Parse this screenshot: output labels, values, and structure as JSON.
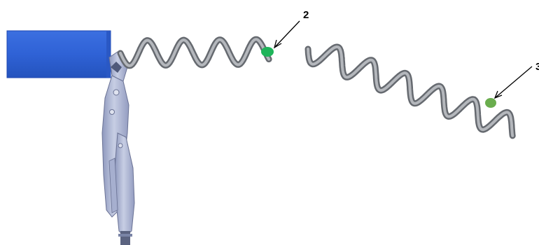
{
  "callouts": [
    {
      "id": "2",
      "label": "2"
    },
    {
      "id": "3",
      "label": "3"
    }
  ],
  "colors": {
    "background": "#ffffff",
    "rod": "#2f62d6",
    "rod_dark": "#1f47b0",
    "spring_outer": "#666a70",
    "spring_inner": "#b4b7bc",
    "marker_left": "#1fb45a",
    "marker_right": "#6aad4e",
    "pliers_body": "#b3bcd8",
    "pliers_edge": "#6a7294",
    "callout_line": "#000000",
    "callout_text": "#000000"
  },
  "icons": {
    "rod": "cylindrical-rod",
    "tool": "locking-pliers",
    "spring_left": "coil-spring",
    "spring_right": "coil-spring",
    "marker_left": "green-dot-marker",
    "marker_right": "green-dot-marker"
  }
}
